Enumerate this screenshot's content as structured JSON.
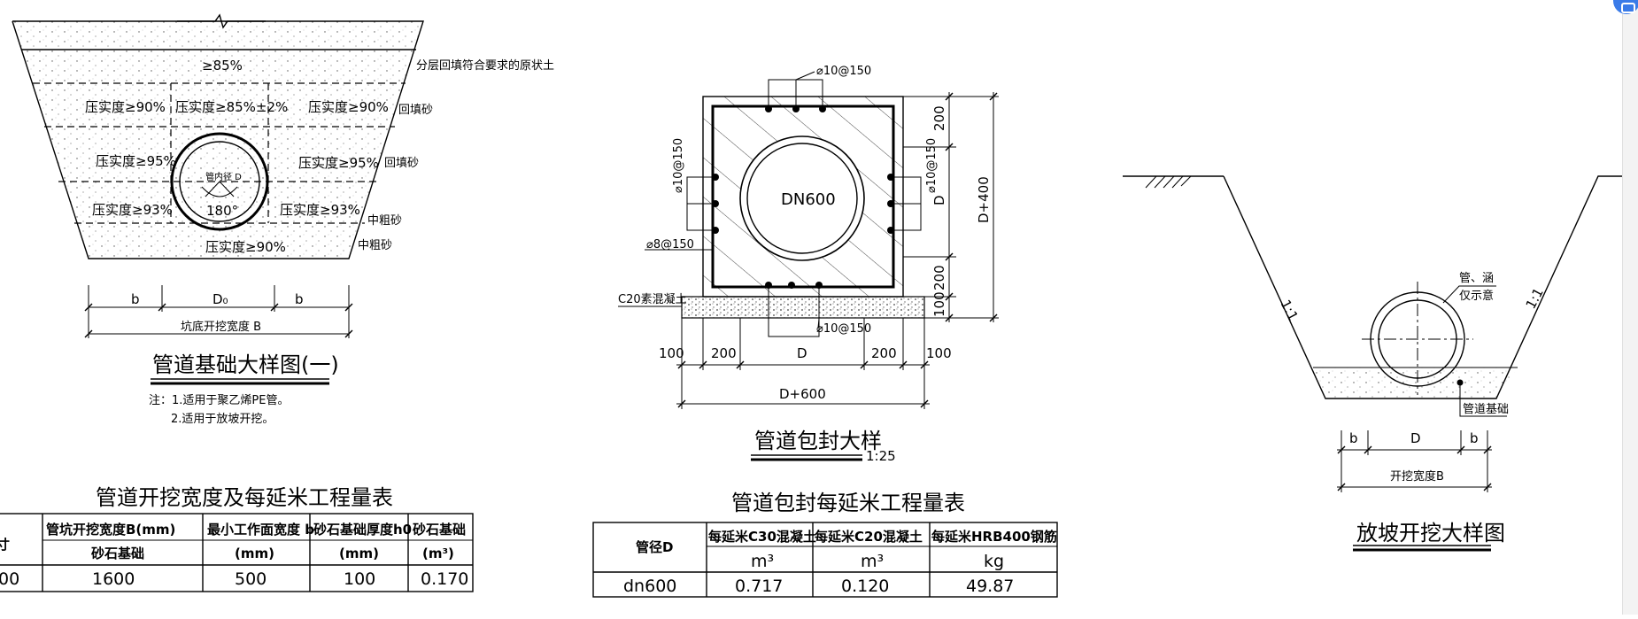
{
  "fig1": {
    "zones": {
      "top": "≥85%",
      "left_upper": "压实度≥90%",
      "center_upper": "压实度≥85%±2%",
      "right_upper": "压实度≥90%",
      "left_mid": "压实度≥95%",
      "right_mid": "压实度≥95%",
      "left_low": "压实度≥93%",
      "right_low": "压实度≥93%",
      "bottom": "压实度≥90%"
    },
    "pipe_label": "管内径 D",
    "angle": "180°",
    "side_labels": [
      "分层回填符合要求的原状土",
      "回填砂",
      "回填砂",
      "中粗砂",
      "中粗砂"
    ],
    "dims": {
      "b": "b",
      "d0": "D₀",
      "width": "坑底开挖宽度 B"
    },
    "title": "管道基础大样图(一)",
    "notes": [
      "注：1.适用于聚乙烯PE管。",
      "2.适用于放坡开挖。"
    ]
  },
  "table1": {
    "title": "管道开挖宽度及每延米工程量表",
    "headers": [
      "寸",
      "管坑开挖宽度B(mm)",
      "最小工作面宽度 b",
      "砂石基础厚度h0",
      "砂石基础"
    ],
    "subheaders": [
      "",
      "砂石基础",
      "(mm)",
      "(mm)",
      "(m³)"
    ],
    "row": [
      "00",
      "1600",
      "500",
      "100",
      "0.170"
    ]
  },
  "fig2": {
    "pipe": "DN600",
    "rebar_top": "⌀10@150",
    "rebar_left": "⌀10@150",
    "rebar_right": "⌀10@150",
    "rebar_bottom": "⌀10@150",
    "stirrup": "⌀8@150",
    "concrete": "C20素混凝土",
    "right_dims": [
      "200",
      "D",
      "200",
      "100"
    ],
    "total_height": "D+400",
    "bottom_dims": [
      "100",
      "200",
      "D",
      "200",
      "100"
    ],
    "total_width": "D+600",
    "title": "管道包封大样",
    "scale": "1:25"
  },
  "table2": {
    "title": "管道包封每延米工程量表",
    "headers": [
      "管径D",
      "每延米C30混凝土",
      "每延米C20混凝土",
      "每延米HRB400钢筋"
    ],
    "units": [
      "m³",
      "m³",
      "kg"
    ],
    "row": [
      "dn600",
      "0.717",
      "0.120",
      "49.87"
    ]
  },
  "fig3": {
    "slope_left": "1:1",
    "slope_right": "1:1",
    "pipe_label_1": "管、涵",
    "pipe_label_2": "仅示意",
    "base_label": "管道基础",
    "dims": [
      "b",
      "D",
      "b"
    ],
    "width": "开挖宽度B",
    "title": "放坡开挖大样图"
  }
}
